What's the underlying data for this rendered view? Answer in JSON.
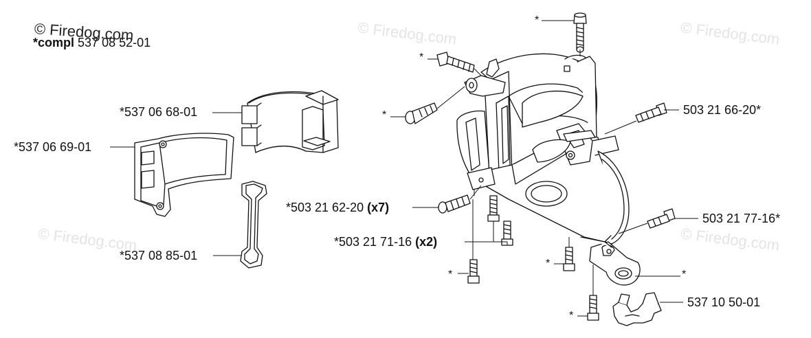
{
  "header": {
    "copyright": "© Firedog.com",
    "compl_prefix": "*compl",
    "compl_number": "537 08 52-01"
  },
  "watermark": "© Firedog.com",
  "labels": {
    "p1": "*537 06 68-01",
    "p2": "*537 06 69-01",
    "p3": "*537 08 85-01",
    "p4": "503 21 66-20*",
    "p5_num": "*503 21 62-20",
    "p5_qty": "(x7)",
    "p6_num": "*503 21 71-16",
    "p6_qty": "(x2)",
    "p7": "503 21 77-16*",
    "p8": "537 10 50-01",
    "star": "*"
  },
  "colors": {
    "line": "#111111",
    "watermark": "#e4e4e4",
    "background": "#ffffff"
  }
}
